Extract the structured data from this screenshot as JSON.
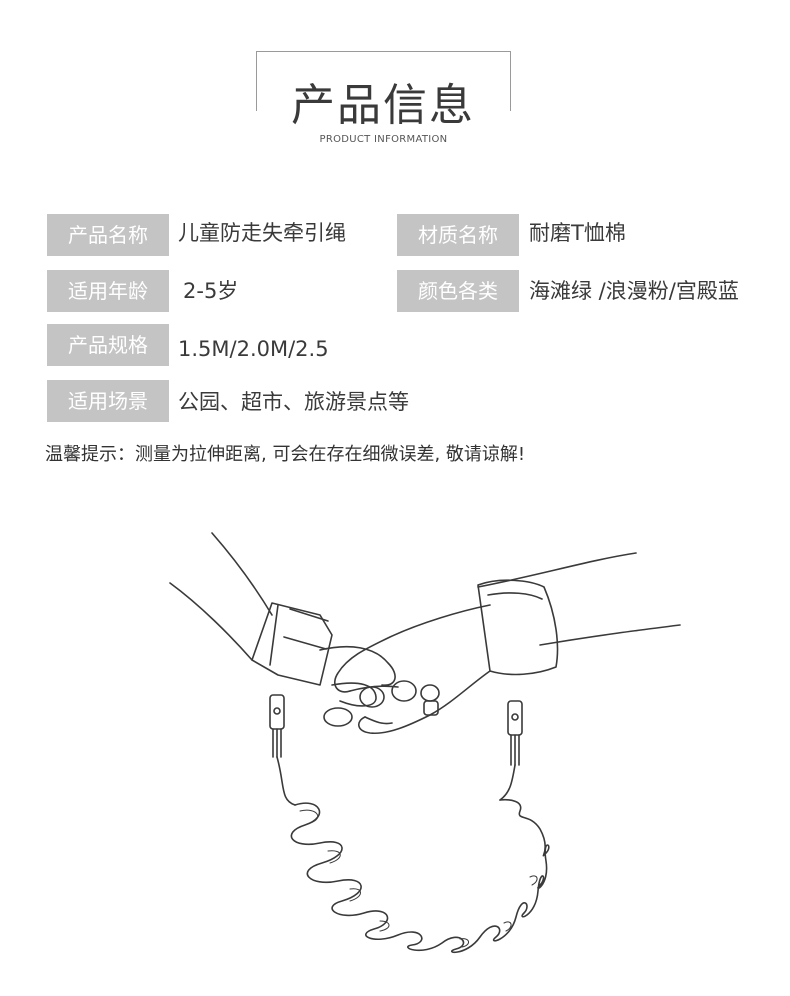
{
  "header": {
    "title_cn": "产品信息",
    "title_en": "PRODUCT INFORMATION"
  },
  "specs": {
    "product_name_label": "产品名称",
    "product_name_value": "儿童防走失牵引绳",
    "material_label": "材质名称",
    "material_value": "耐磨T恤棉",
    "age_label": "适用年龄",
    "age_value": "2-5岁",
    "color_label": "颜色各类",
    "color_value": "海滩绿 /浪漫粉/宫殿蓝",
    "size_label": "产品规格",
    "size_value": "1.5M/2.0M/2.5",
    "scene_label": "适用场景",
    "scene_value": "公园、超市、旅游景点等"
  },
  "note": "温馨提示：测量为拉伸距离, 可会在存在细微误差, 敬请谅解!",
  "colors": {
    "label_bg": "#c4c4c4",
    "line": "#3a3a3a"
  },
  "illustration": "hands-holding-leash"
}
